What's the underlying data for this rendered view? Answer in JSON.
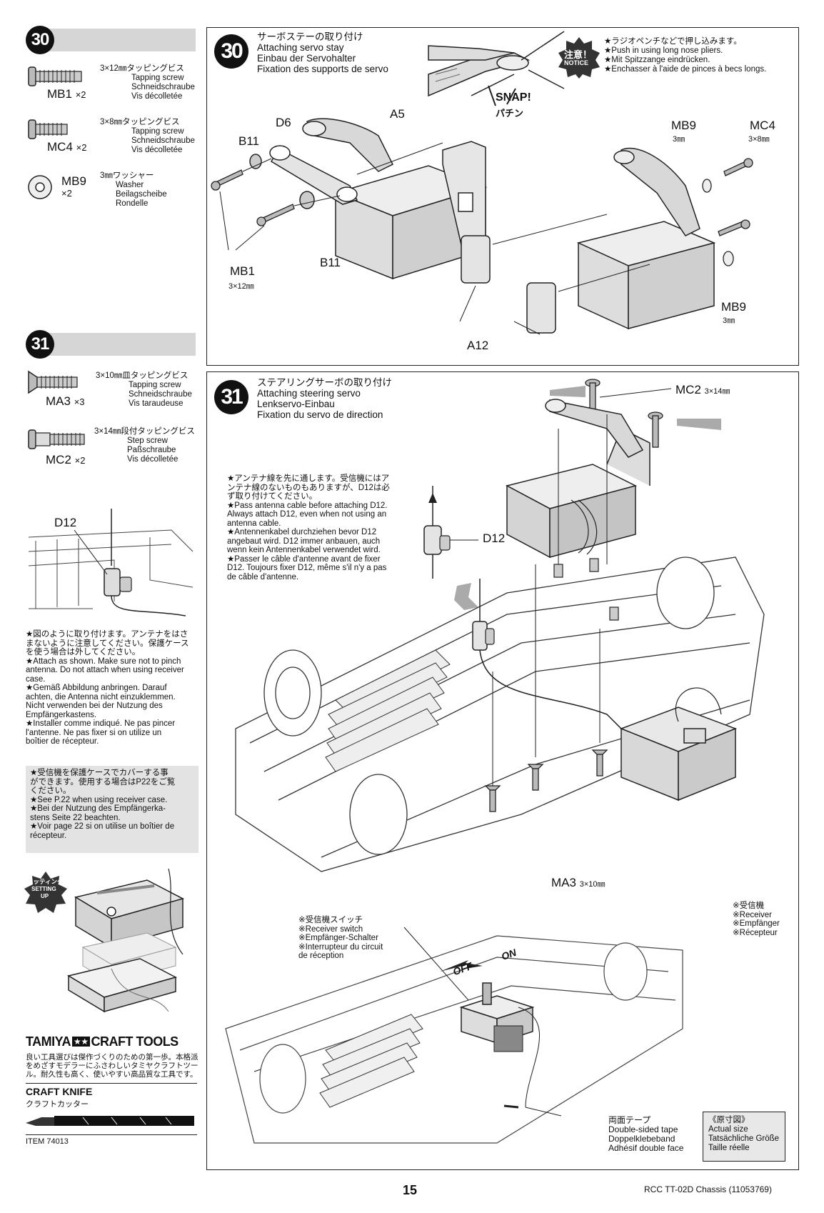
{
  "left_col": {
    "step30": {
      "number": "30",
      "parts": [
        {
          "code": "MB1",
          "qty": "×2",
          "jp": "3×12㎜タッピングビス",
          "en": "Tapping screw",
          "de": "Schneidschraube",
          "fr": "Vis décolletée"
        },
        {
          "code": "MC4",
          "qty": "×2",
          "jp": "3×8㎜タッピングビス",
          "en": "Tapping screw",
          "de": "Schneidschraube",
          "fr": "Vis décolletée"
        },
        {
          "code": "MB9",
          "qty": "×2",
          "jp": "3㎜ワッシャー",
          "en": "Washer",
          "de": "Beilagscheibe",
          "fr": "Rondelle"
        }
      ]
    },
    "step31": {
      "number": "31",
      "parts": [
        {
          "code": "MA3",
          "qty": "×3",
          "jp": "3×10㎜皿タッピングビス",
          "en": "Tapping screw",
          "de": "Schneidschraube",
          "fr": "Vis taraudeuse"
        },
        {
          "code": "MC2",
          "qty": "×2",
          "jp": "3×14㎜段付タッピングビス",
          "en": "Step screw",
          "de": "Paßschraube",
          "fr": "Vis décolletée"
        }
      ],
      "d12_label": "D12",
      "note_lines": [
        "★図のように取り付けます。アンテナをはさ",
        "まないように注意してください。保護ケース",
        "を使う場合は外してください。",
        "★Attach as shown. Make sure not to pinch",
        "antenna. Do not attach when using receiver",
        "case.",
        "★Gemäß Abbildung anbringen. Darauf",
        "achten, die Antenna nicht einzuklemmen.",
        "Nicht verwenden bei der Nutzung des",
        "Empfängerkastens.",
        "★Installer comme indiqué. Ne pas pincer",
        "l'antenne. Ne pas fixer si on utilize un",
        "boîtier de récepteur."
      ],
      "case_note_lines": [
        "★受信機を保護ケースでカバーする事",
        "ができます。使用する場合はP22をご覧",
        "ください。",
        "★See P.22 when using receiver case.",
        "★Bei der Nutzung des Empfängerka-",
        "stens Seite 22 beachten.",
        "★Voir page 22 si on utilise un boîtier de",
        "récepteur."
      ],
      "setting_badge": {
        "jp": "セッティング",
        "en1": "SETTING",
        "en2": "UP"
      }
    },
    "craft": {
      "brand": "TAMIYA",
      "brand2": "CRAFT TOOLS",
      "desc_lines": [
        "良い工具選びは傑作づくりのための第一歩。本格派",
        "をめざすモデラーにふさわしいタミヤクラフトツー",
        "ル。耐久性も高く、使いやすい高品質な工具です。"
      ],
      "product": "CRAFT KNIFE",
      "product_jp": "クラフトカッター",
      "item": "ITEM 74013"
    }
  },
  "step30_panel": {
    "number": "30",
    "title_jp": "サーボステーの取り付け",
    "title_en": "Attaching servo stay",
    "title_de": "Einbau der Servohalter",
    "title_fr": "Fixation des supports de servo",
    "snap": "SNAP!",
    "snap_jp": "パチン",
    "notice_jp": "注意！",
    "notice_en": "NOTICE",
    "notice_lines": [
      "★ラジオペンチなどで押し込みます。",
      "★Push in using long nose pliers.",
      "★Mit Spitzzange eindrücken.",
      "★Enchasser à l'aide de pinces à becs longs."
    ],
    "labels": {
      "d6": "D6",
      "a5": "A5",
      "b11a": "B11",
      "b11b": "B11",
      "mb1": "MB1",
      "mb1_size": "3×12㎜",
      "mb9a": "MB9",
      "mb9a_size": "3㎜",
      "mc4": "MC4",
      "mc4_size": "3×8㎜",
      "mb9b": "MB9",
      "mb9b_size": "3㎜",
      "a12": "A12"
    }
  },
  "step31_panel": {
    "number": "31",
    "title_jp": "ステアリングサーボの取り付け",
    "title_en": "Attaching steering servo",
    "title_de": "Lenkservo-Einbau",
    "title_fr": "Fixation du servo de direction",
    "antenna_note_lines": [
      "★アンテナ線を先に通します。受信機にはア",
      "ンテナ線のないものもありますが、D12は必",
      "ず取り付けてください。",
      "★Pass antenna cable before attaching D12.",
      "Always attach D12, even when not using an",
      "antenna cable.",
      "★Antennenkabel durchziehen bevor D12",
      "angebaut wird. D12 immer anbauen, auch",
      "wenn kein Antennenkabel verwendet wird.",
      "★Passer le câble d'antenne avant de fixer",
      "D12. Toujours fixer D12, même s'il n'y a pas",
      "de câble d'antenne."
    ],
    "labels": {
      "mc2": "MC2",
      "mc2_size": "3×14㎜",
      "d12": "D12",
      "ma3": "MA3",
      "ma3_size": "3×10㎜"
    },
    "receiver_lines": [
      "※受信機",
      "※Receiver",
      "※Empfänger",
      "※Récepteur"
    ],
    "switch_lines": [
      "※受信機スイッチ",
      "※Receiver switch",
      "※Empfänger-Schalter",
      "※Interrupteur du circuit",
      "de réception"
    ],
    "off": "OFF",
    "on": "ON",
    "tape_lines": [
      "両面テープ",
      "Double-sided tape",
      "Doppelklebeband",
      "Adhésif double face"
    ],
    "actual_size_lines": [
      "《原寸図》",
      "Actual size",
      "Tatsächliche Größe",
      "Taille réelle"
    ]
  },
  "footer": {
    "page": "15",
    "model": "RCC TT-02D Chassis (11053769)"
  }
}
